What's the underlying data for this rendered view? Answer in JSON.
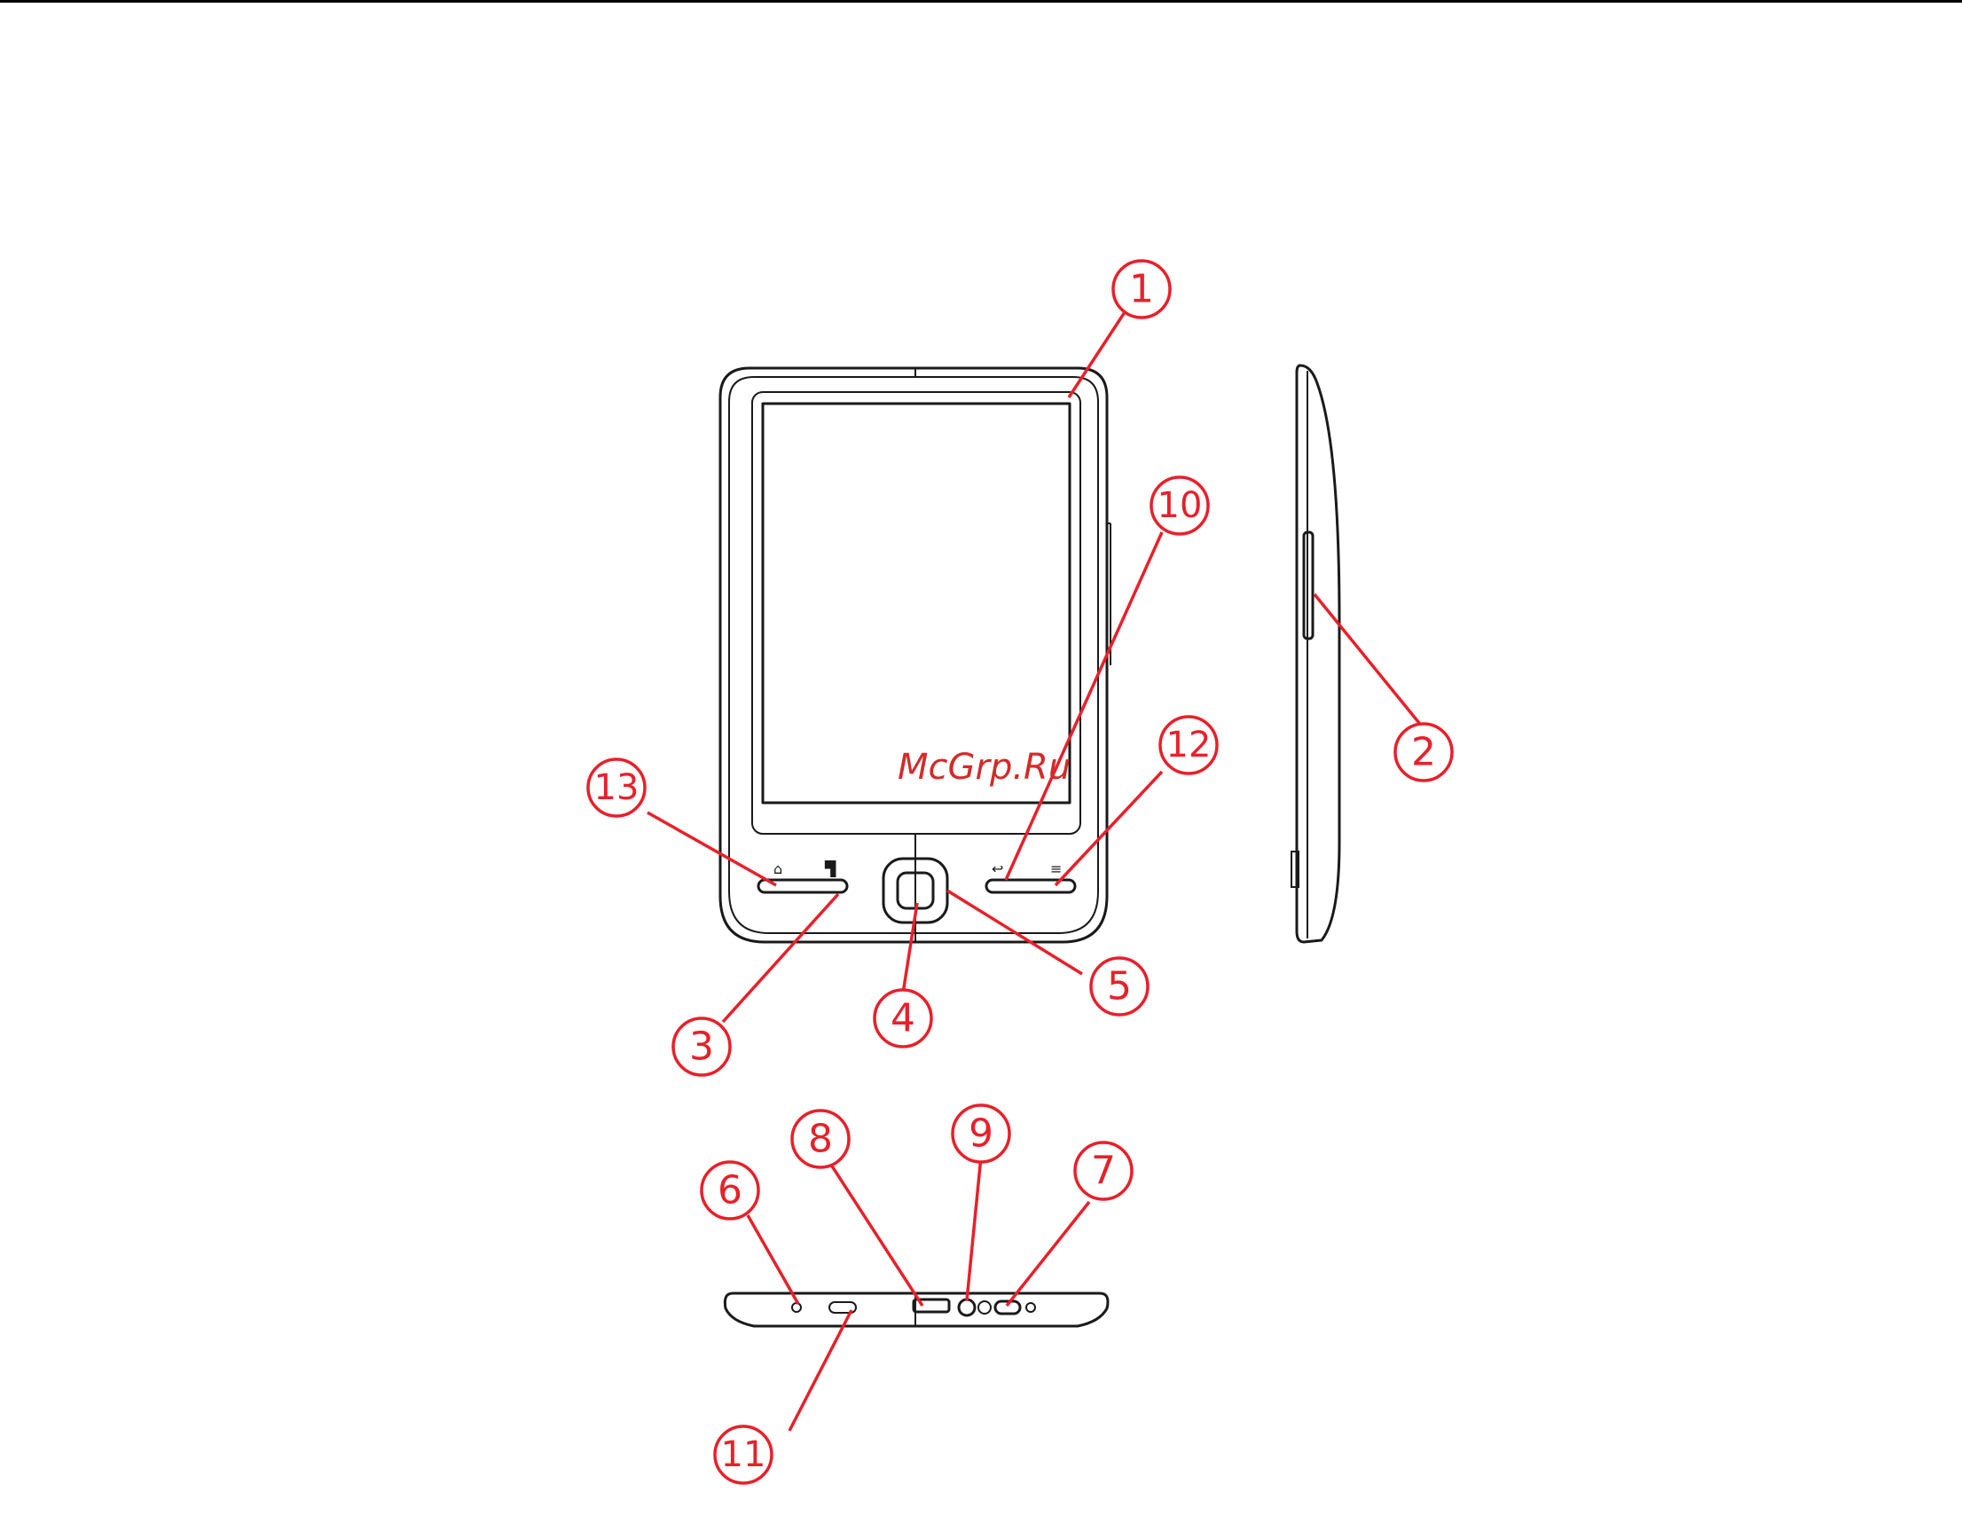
{
  "watermark": "McGrp.Ru",
  "callouts": [
    {
      "id": "1",
      "label": "1"
    },
    {
      "id": "2",
      "label": "2"
    },
    {
      "id": "3",
      "label": "3"
    },
    {
      "id": "4",
      "label": "4"
    },
    {
      "id": "5",
      "label": "5"
    },
    {
      "id": "6",
      "label": "6"
    },
    {
      "id": "7",
      "label": "7"
    },
    {
      "id": "8",
      "label": "8"
    },
    {
      "id": "9",
      "label": "9"
    },
    {
      "id": "10",
      "label": "10"
    },
    {
      "id": "11",
      "label": "11"
    },
    {
      "id": "12",
      "label": "12"
    },
    {
      "id": "13",
      "label": "13"
    }
  ],
  "colors": {
    "callout": "#e8202a",
    "watermark": "#d42a2a",
    "outline": "#1a1a1a"
  }
}
